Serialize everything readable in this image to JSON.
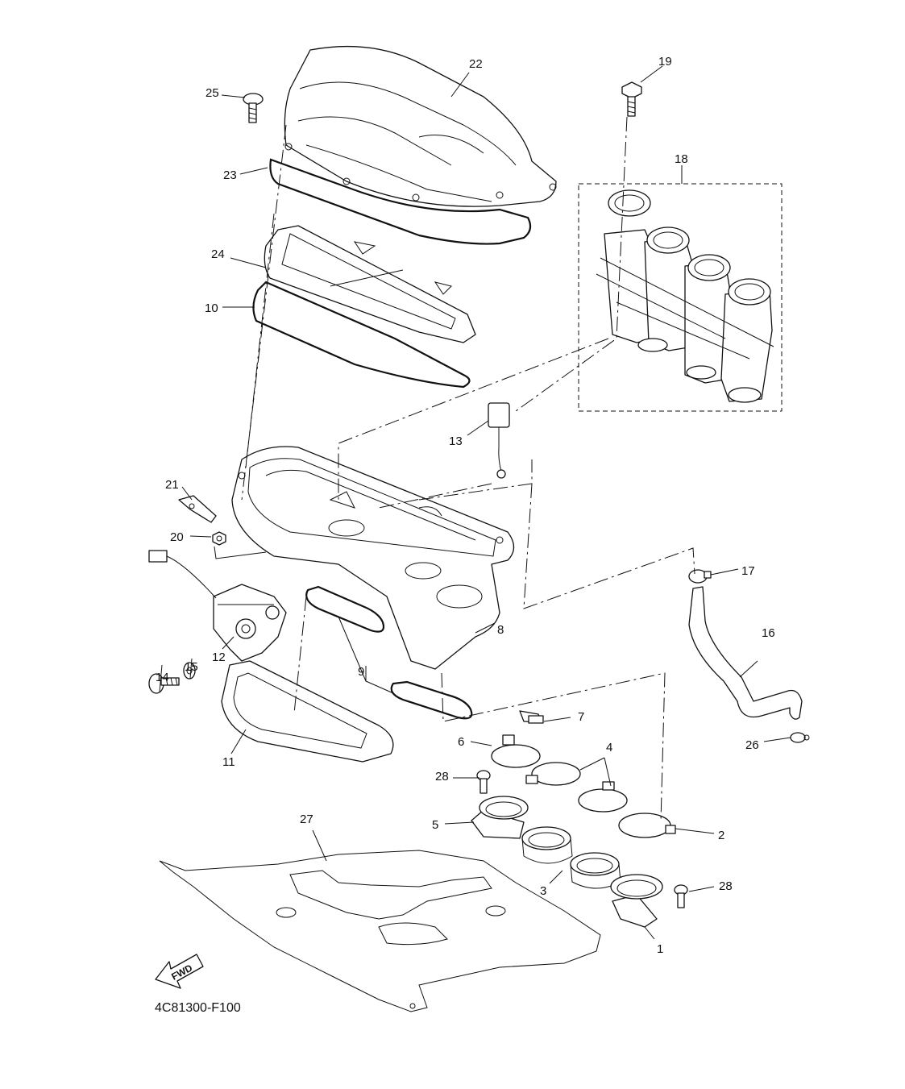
{
  "diagram": {
    "code": "4C81300-F100",
    "fwd_label": "FWD",
    "callouts": [
      "1",
      "2",
      "3",
      "4",
      "5",
      "6",
      "7",
      "8",
      "9",
      "10",
      "11",
      "12",
      "13",
      "14",
      "15",
      "16",
      "17",
      "18",
      "19",
      "20",
      "21",
      "22",
      "23",
      "24",
      "25",
      "26",
      "27",
      "28",
      "28"
    ]
  }
}
